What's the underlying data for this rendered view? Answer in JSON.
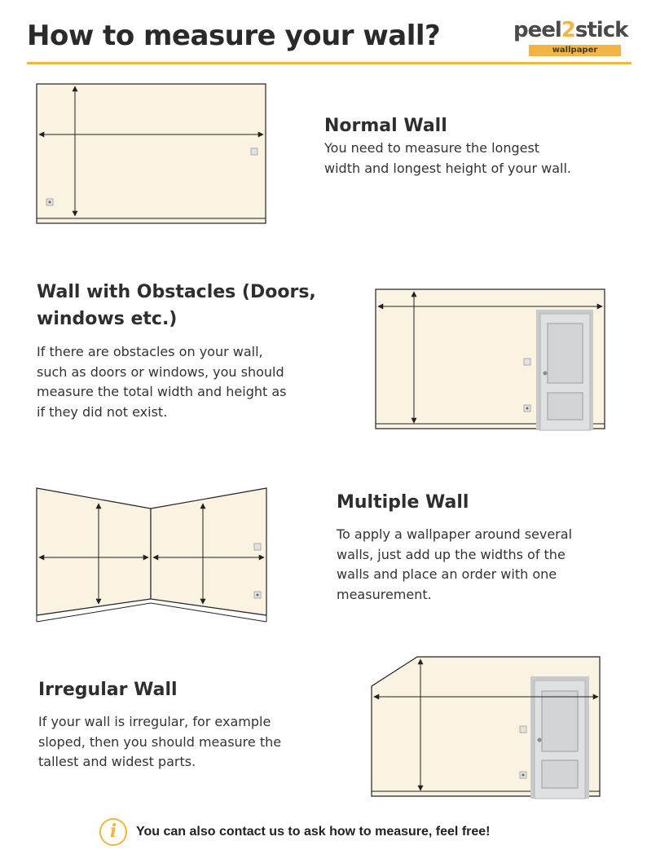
{
  "header": {
    "title": "How to measure your wall?",
    "logo": {
      "text_part1": "peel",
      "text_accent": "2",
      "text_part2": "stick",
      "sub": "wallpaper"
    }
  },
  "sections": [
    {
      "heading": "Normal Wall",
      "body": [
        "You need to measure the longest",
        "width and longest height of your wall."
      ]
    },
    {
      "heading": [
        "Wall with Obstacles (Doors,",
        "windows etc.)"
      ],
      "body": [
        "If there are obstacles on your wall,",
        "such as doors or windows, you should",
        "measure the total width and height as",
        "if they did not exist."
      ]
    },
    {
      "heading": "Multiple Wall",
      "body": [
        "To apply a wallpaper around several",
        "walls, just add up the widths of the",
        "walls and place an order with one",
        "measurement."
      ]
    },
    {
      "heading": "Irregular Wall",
      "body": [
        "If your wall is irregular, for example",
        "sloped, then you should measure the",
        "tallest and widest parts."
      ]
    }
  ],
  "footer": {
    "icon": "info-icon",
    "text": "You can also contact us to ask how to measure, feel free!"
  },
  "colors": {
    "accent": "#f2b544",
    "wall": "#fbf3e1",
    "outline": "#222222",
    "door": "#d7d8da"
  }
}
